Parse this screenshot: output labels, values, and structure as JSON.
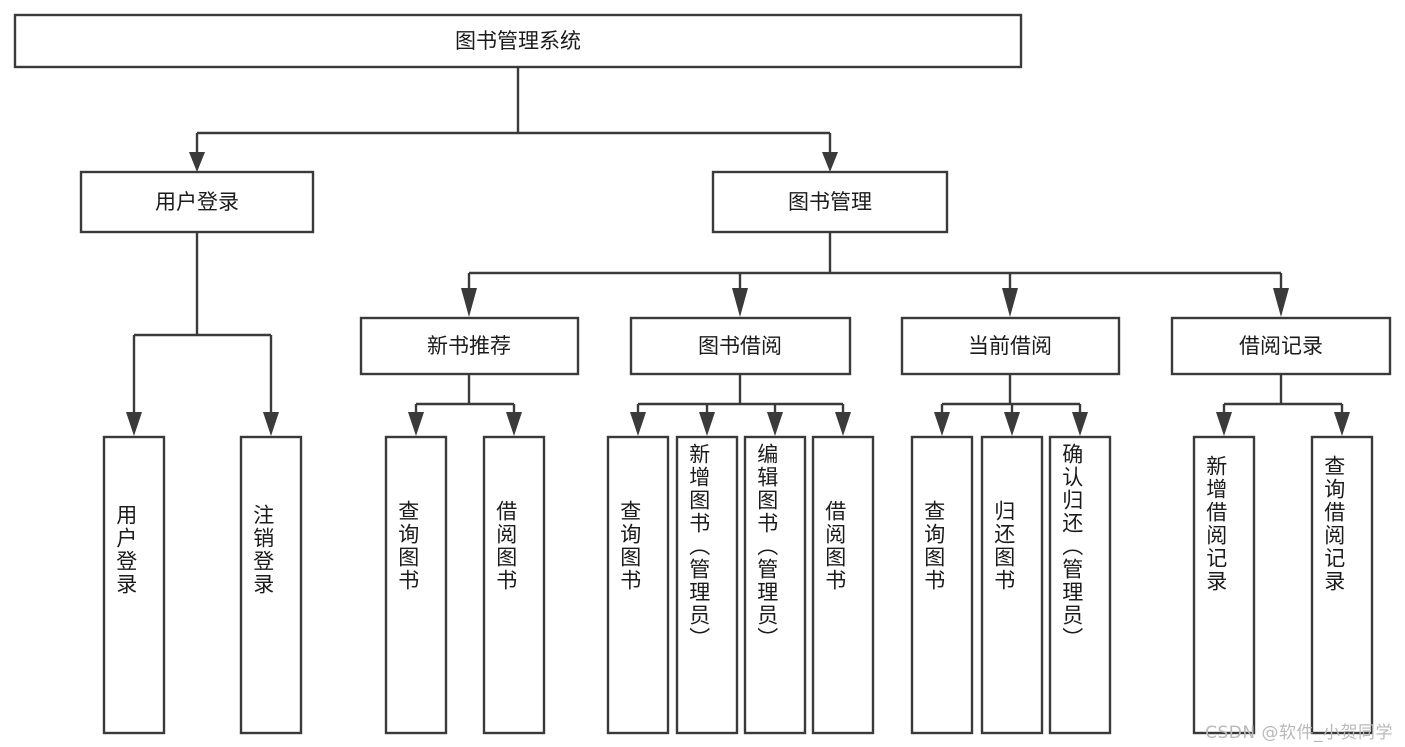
{
  "diagram": {
    "type": "tree",
    "title": "图书管理系统",
    "orientation": "top-down",
    "colors": {
      "stroke": "#3a3a3a",
      "box_fill": "#ffffff",
      "text": "#1b1b1b",
      "background": "#ffffff",
      "watermark": "#b9b9b9"
    },
    "root": {
      "label": "图书管理系统",
      "orientation": "horizontal"
    },
    "level2": [
      {
        "id": "user-login",
        "label": "用户登录",
        "orientation": "horizontal"
      },
      {
        "id": "book-manage",
        "label": "图书管理",
        "orientation": "horizontal"
      }
    ],
    "level3": [
      {
        "id": "new-book-recommend",
        "label": "新书推荐",
        "orientation": "horizontal",
        "parent": "book-manage"
      },
      {
        "id": "book-borrow",
        "label": "图书借阅",
        "orientation": "horizontal",
        "parent": "book-manage"
      },
      {
        "id": "current-borrow",
        "label": "当前借阅",
        "orientation": "horizontal",
        "parent": "book-manage"
      },
      {
        "id": "borrow-record",
        "label": "借阅记录",
        "orientation": "horizontal",
        "parent": "book-manage"
      }
    ],
    "leaves": [
      {
        "id": "leaf-user-login",
        "label": "用户登录",
        "parent": "user-login",
        "orientation": "vertical",
        "align": "middle"
      },
      {
        "id": "leaf-logout",
        "label": "注销登录",
        "parent": "user-login",
        "orientation": "vertical",
        "align": "middle"
      },
      {
        "id": "leaf-query-book-1",
        "label": "查询图书",
        "parent": "new-book-recommend",
        "orientation": "vertical",
        "align": "top"
      },
      {
        "id": "leaf-borrow-book-1",
        "label": "借阅图书",
        "parent": "new-book-recommend",
        "orientation": "vertical",
        "align": "top"
      },
      {
        "id": "leaf-query-book-2",
        "label": "查询图书",
        "parent": "book-borrow",
        "orientation": "vertical",
        "align": "top"
      },
      {
        "id": "leaf-add-book",
        "label": "新增图书（管理员）",
        "parent": "book-borrow",
        "orientation": "vertical",
        "align": "top"
      },
      {
        "id": "leaf-edit-book",
        "label": "编辑图书（管理员）",
        "parent": "book-borrow",
        "orientation": "vertical",
        "align": "top"
      },
      {
        "id": "leaf-borrow-book-2",
        "label": "借阅图书",
        "parent": "book-borrow",
        "orientation": "vertical",
        "align": "top"
      },
      {
        "id": "leaf-query-book-3",
        "label": "查询图书",
        "parent": "current-borrow",
        "orientation": "vertical",
        "align": "top"
      },
      {
        "id": "leaf-return-book",
        "label": "归还图书",
        "parent": "current-borrow",
        "orientation": "vertical",
        "align": "top"
      },
      {
        "id": "leaf-confirm-return",
        "label": "确认归还（管理员）",
        "parent": "current-borrow",
        "orientation": "vertical",
        "align": "top"
      },
      {
        "id": "leaf-add-record",
        "label": "新增借阅记录",
        "parent": "borrow-record",
        "orientation": "vertical",
        "align": "middle"
      },
      {
        "id": "leaf-query-record",
        "label": "查询借阅记录",
        "parent": "borrow-record",
        "orientation": "vertical",
        "align": "middle"
      }
    ],
    "watermark": "CSDN @软件_小贺同学"
  }
}
